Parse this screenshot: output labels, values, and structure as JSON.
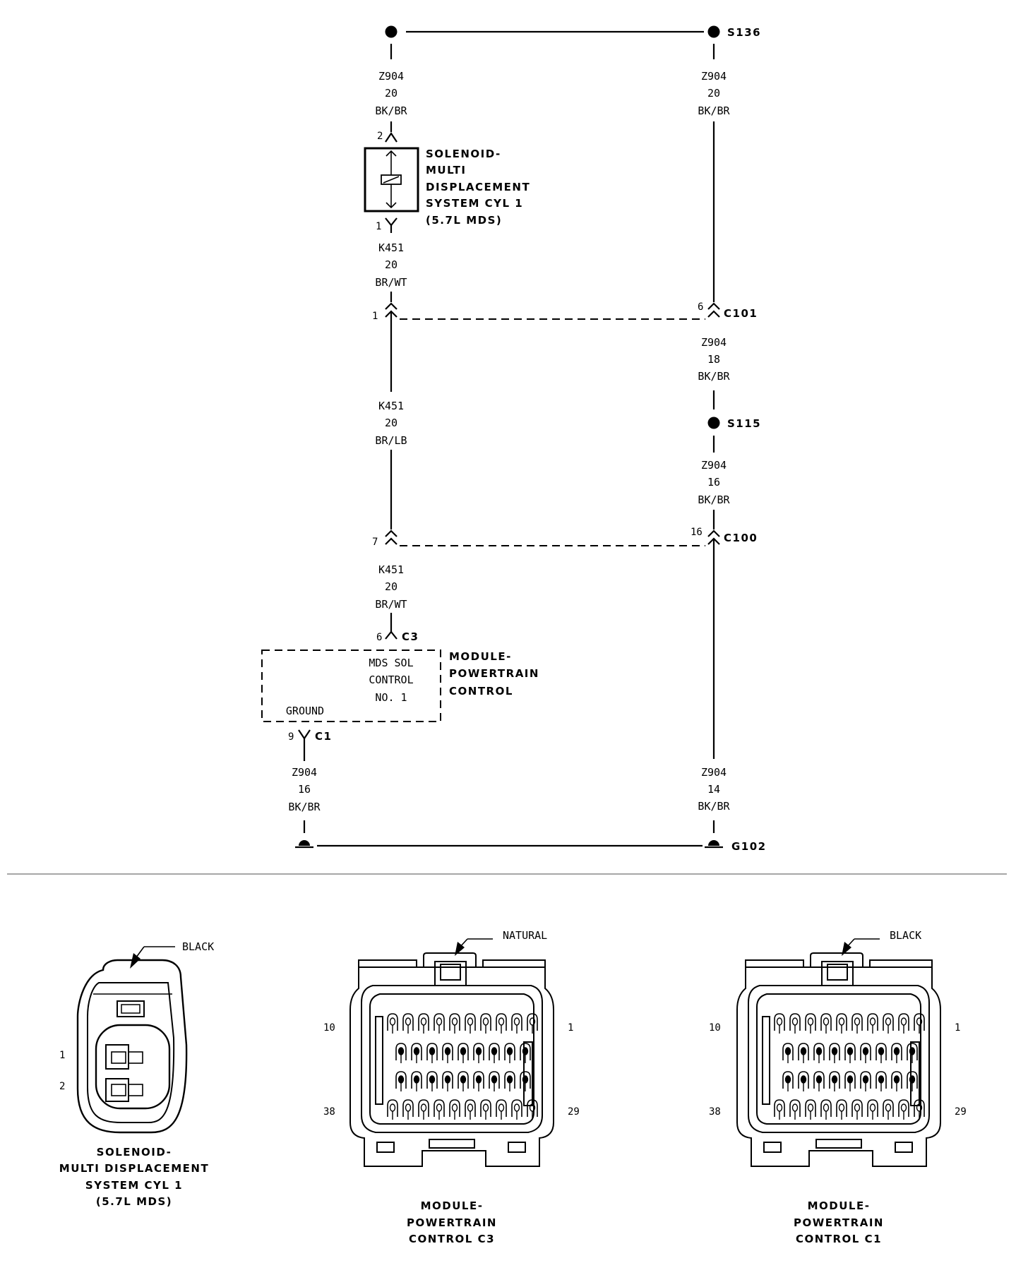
{
  "splices": {
    "s136": "S136",
    "s115": "S115"
  },
  "ground": "G102",
  "connectors": {
    "c101": "C101",
    "c100": "C100",
    "c3": "C3",
    "c1": "C1"
  },
  "pins": {
    "sol_top": "2",
    "sol_bot": "1",
    "c101_left": "1",
    "c101_right": "6",
    "c100_left": "7",
    "c100_right": "16",
    "c3": "6",
    "c1": "9"
  },
  "wires": {
    "left_top": {
      "circuit": "Z904",
      "gauge": "20",
      "color": "BK/BR"
    },
    "right_top": {
      "circuit": "Z904",
      "gauge": "20",
      "color": "BK/BR"
    },
    "sol_out": {
      "circuit": "K451",
      "gauge": "20",
      "color": "BR/WT"
    },
    "right_c101": {
      "circuit": "Z904",
      "gauge": "18",
      "color": "BK/BR"
    },
    "left_mid": {
      "circuit": "K451",
      "gauge": "20",
      "color": "BR/LB"
    },
    "right_s115": {
      "circuit": "Z904",
      "gauge": "16",
      "color": "BK/BR"
    },
    "left_c100": {
      "circuit": "K451",
      "gauge": "20",
      "color": "BR/WT"
    },
    "pcm_ground": {
      "circuit": "Z904",
      "gauge": "16",
      "color": "BK/BR"
    },
    "right_bot": {
      "circuit": "Z904",
      "gauge": "14",
      "color": "BK/BR"
    }
  },
  "solenoid_label": [
    "SOLENOID-",
    "MULTI",
    "DISPLACEMENT",
    "SYSTEM CYL 1",
    "(5.7L MDS)"
  ],
  "pcm_label": [
    "MODULE-",
    "POWERTRAIN",
    "CONTROL"
  ],
  "pcm_internal": {
    "line1": "MDS SOL",
    "line2": "CONTROL",
    "line3": "NO. 1",
    "ground": "GROUND"
  },
  "connector_views": {
    "solenoid": {
      "color": "BLACK",
      "pin1": "1",
      "pin2": "2",
      "title": [
        "SOLENOID-",
        "MULTI DISPLACEMENT",
        "SYSTEM CYL 1",
        "(5.7L MDS)"
      ]
    },
    "c3": {
      "color": "NATURAL",
      "pin_tl": "10",
      "pin_tr": "1",
      "pin_bl": "38",
      "pin_br": "29",
      "title": [
        "MODULE-",
        "POWERTRAIN",
        "CONTROL C3"
      ]
    },
    "c1": {
      "color": "BLACK",
      "pin_tl": "10",
      "pin_tr": "1",
      "pin_bl": "38",
      "pin_br": "29",
      "title": [
        "MODULE-",
        "POWERTRAIN",
        "CONTROL C1"
      ]
    }
  }
}
